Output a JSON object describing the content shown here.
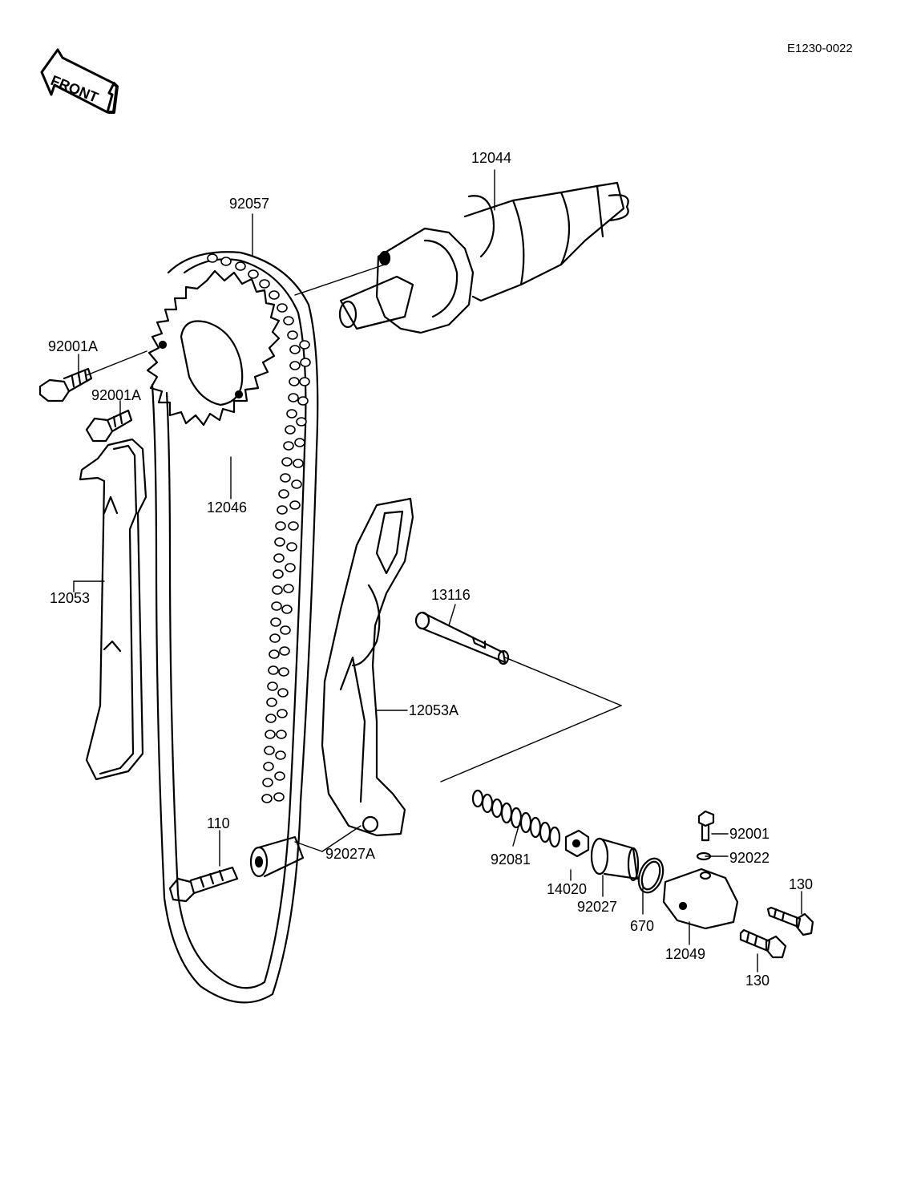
{
  "drawing_code": "E1230-0022",
  "front_badge": "FRONT",
  "parts": [
    {
      "id": "12044",
      "label": "12044"
    },
    {
      "id": "92057",
      "label": "92057"
    },
    {
      "id": "92001A_top",
      "label": "92001A"
    },
    {
      "id": "92001A_lower",
      "label": "92001A"
    },
    {
      "id": "12046",
      "label": "12046"
    },
    {
      "id": "12053",
      "label": "12053"
    },
    {
      "id": "13116",
      "label": "13116"
    },
    {
      "id": "12053A",
      "label": "12053A"
    },
    {
      "id": "110",
      "label": "110"
    },
    {
      "id": "92027A",
      "label": "92027A"
    },
    {
      "id": "92081",
      "label": "92081"
    },
    {
      "id": "14020",
      "label": "14020"
    },
    {
      "id": "92027",
      "label": "92027"
    },
    {
      "id": "670",
      "label": "670"
    },
    {
      "id": "12049",
      "label": "12049"
    },
    {
      "id": "92001",
      "label": "92001"
    },
    {
      "id": "92022",
      "label": "92022"
    },
    {
      "id": "130_upper",
      "label": "130"
    },
    {
      "id": "130_lower",
      "label": "130"
    }
  ]
}
